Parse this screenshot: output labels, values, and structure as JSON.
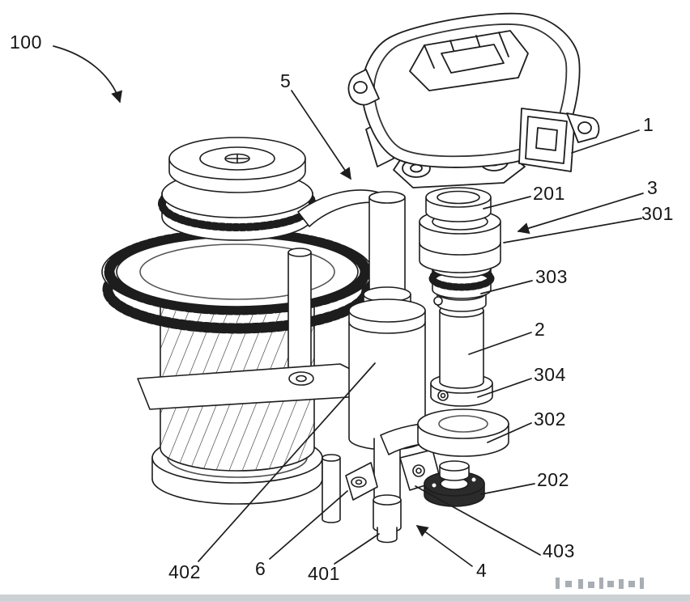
{
  "colors": {
    "ink": "#1d1d1d",
    "background": "#ffffff",
    "footer_strip": "#ccd1d5"
  },
  "figure": {
    "type": "patent-line-drawing",
    "labels": [
      {
        "id": "100",
        "text": "100"
      },
      {
        "id": "5",
        "text": "5"
      },
      {
        "id": "1",
        "text": "1"
      },
      {
        "id": "201",
        "text": "201"
      },
      {
        "id": "3",
        "text": "3"
      },
      {
        "id": "301",
        "text": "301"
      },
      {
        "id": "303",
        "text": "303"
      },
      {
        "id": "2",
        "text": "2"
      },
      {
        "id": "304",
        "text": "304"
      },
      {
        "id": "302",
        "text": "302"
      },
      {
        "id": "202",
        "text": "202"
      },
      {
        "id": "403",
        "text": "403"
      },
      {
        "id": "4",
        "text": "4"
      },
      {
        "id": "401",
        "text": "401"
      },
      {
        "id": "6",
        "text": "6"
      },
      {
        "id": "402",
        "text": "402"
      }
    ]
  }
}
